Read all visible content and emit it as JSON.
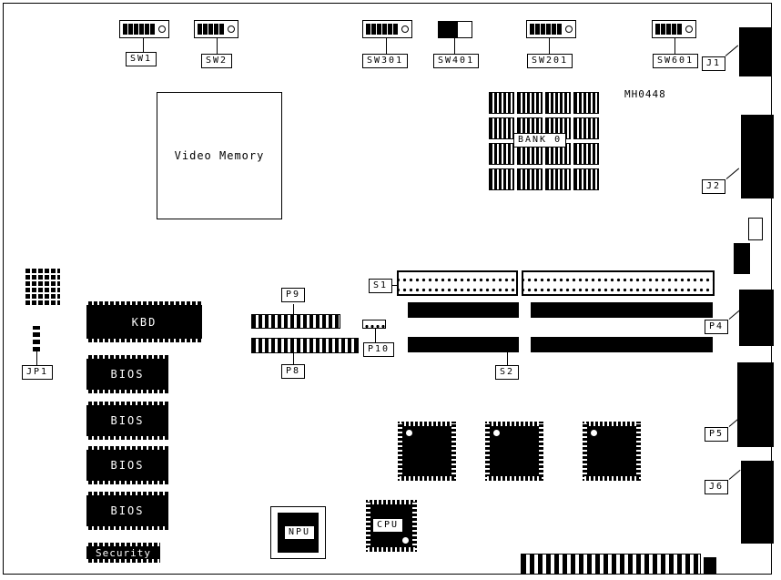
{
  "board": {
    "part_number": "MH0448",
    "switches": [
      {
        "label": "SW1"
      },
      {
        "label": "SW2"
      },
      {
        "label": "SW301"
      },
      {
        "label": "SW401"
      },
      {
        "label": "SW201"
      },
      {
        "label": "SW601"
      }
    ],
    "connectors": {
      "j1": "J1",
      "j2": "J2",
      "j6": "J6",
      "p4": "P4",
      "p5": "P5",
      "p8": "P8",
      "p9": "P9",
      "p10": "P10",
      "jp1": "JP1",
      "s1": "S1",
      "s2": "S2"
    },
    "components": {
      "video_memory": "Video Memory",
      "bank0": "BANK 0",
      "kbd": "KBD",
      "bios": "BIOS",
      "security": "Security",
      "npu": "NPU",
      "cpu": "CPU"
    }
  }
}
